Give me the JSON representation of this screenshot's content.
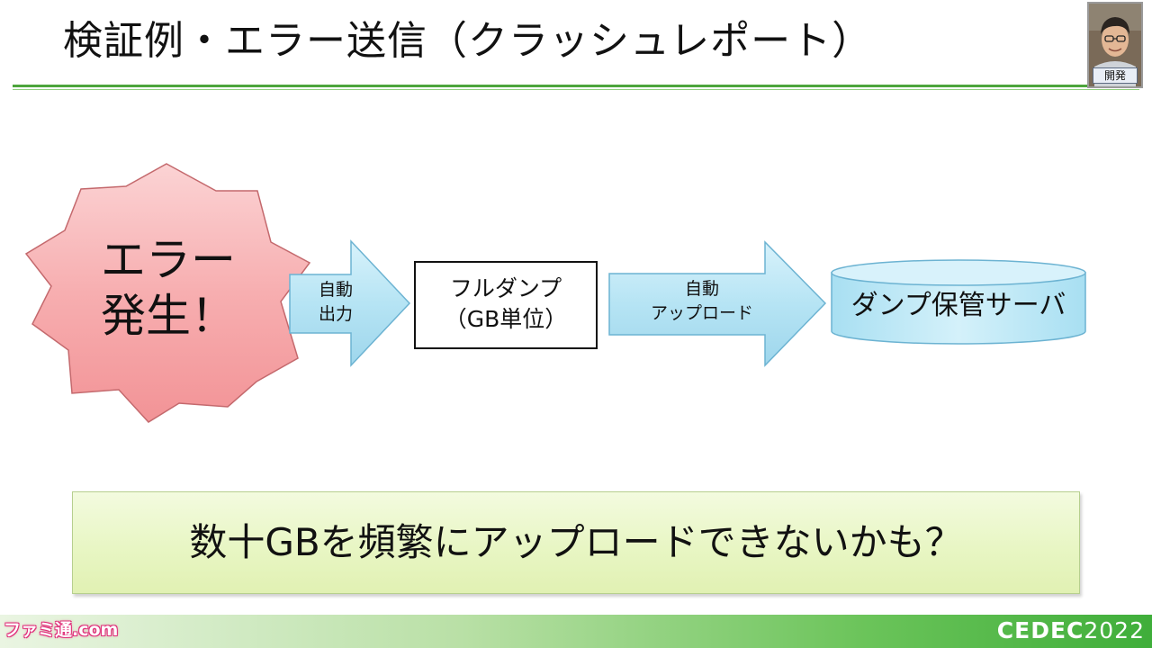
{
  "slide": {
    "title": "検証例・エラー送信（クラッシュレポート）",
    "speaker_label": "開発"
  },
  "diagram": {
    "error_burst": {
      "line1": "エラー",
      "line2": "発生！"
    },
    "arrow1": {
      "line1": "自動",
      "line2": "出力"
    },
    "full_dump": {
      "line1": "フルダンプ",
      "line2": "（GB単位）"
    },
    "arrow2": {
      "line1": "自動",
      "line2": "アップロード"
    },
    "server": {
      "label": "ダンプ保管サーバ"
    }
  },
  "concern": {
    "text": "数十GBを頻繁にアップロードできないかも？"
  },
  "footer": {
    "source_logo": "ファミ通.com",
    "event_name": "CEDEC",
    "event_year": "2022"
  },
  "colors": {
    "accent_green": "#4da53c",
    "burst_fill": "#f7aeb0",
    "arrow_fill": "#b6e4f4",
    "server_fill": "#bfe9f6",
    "concern_fill": "#e8f6c4"
  }
}
